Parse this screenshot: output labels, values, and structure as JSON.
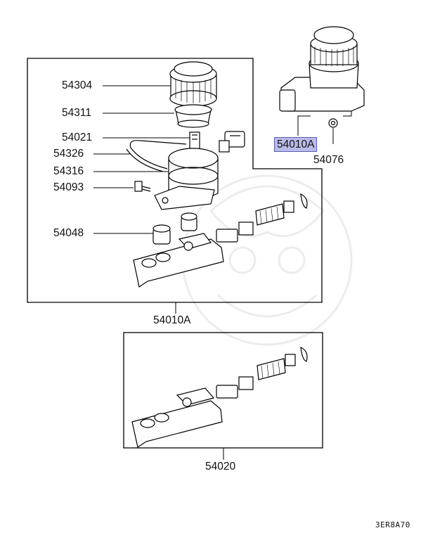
{
  "diagram": {
    "callouts": [
      {
        "id": "54304",
        "label": "54304"
      },
      {
        "id": "54311",
        "label": "54311"
      },
      {
        "id": "54021",
        "label": "54021"
      },
      {
        "id": "54326",
        "label": "54326"
      },
      {
        "id": "54316",
        "label": "54316"
      },
      {
        "id": "54093",
        "label": "54093"
      },
      {
        "id": "54048",
        "label": "54048"
      },
      {
        "id": "54010A_top",
        "label": "54010A",
        "highlighted": true
      },
      {
        "id": "54076",
        "label": "54076"
      },
      {
        "id": "54010A_bottom",
        "label": "54010A"
      },
      {
        "id": "54020",
        "label": "54020"
      }
    ],
    "figure_code": "3ER8A70",
    "highlight_color": "#b9bcea"
  }
}
